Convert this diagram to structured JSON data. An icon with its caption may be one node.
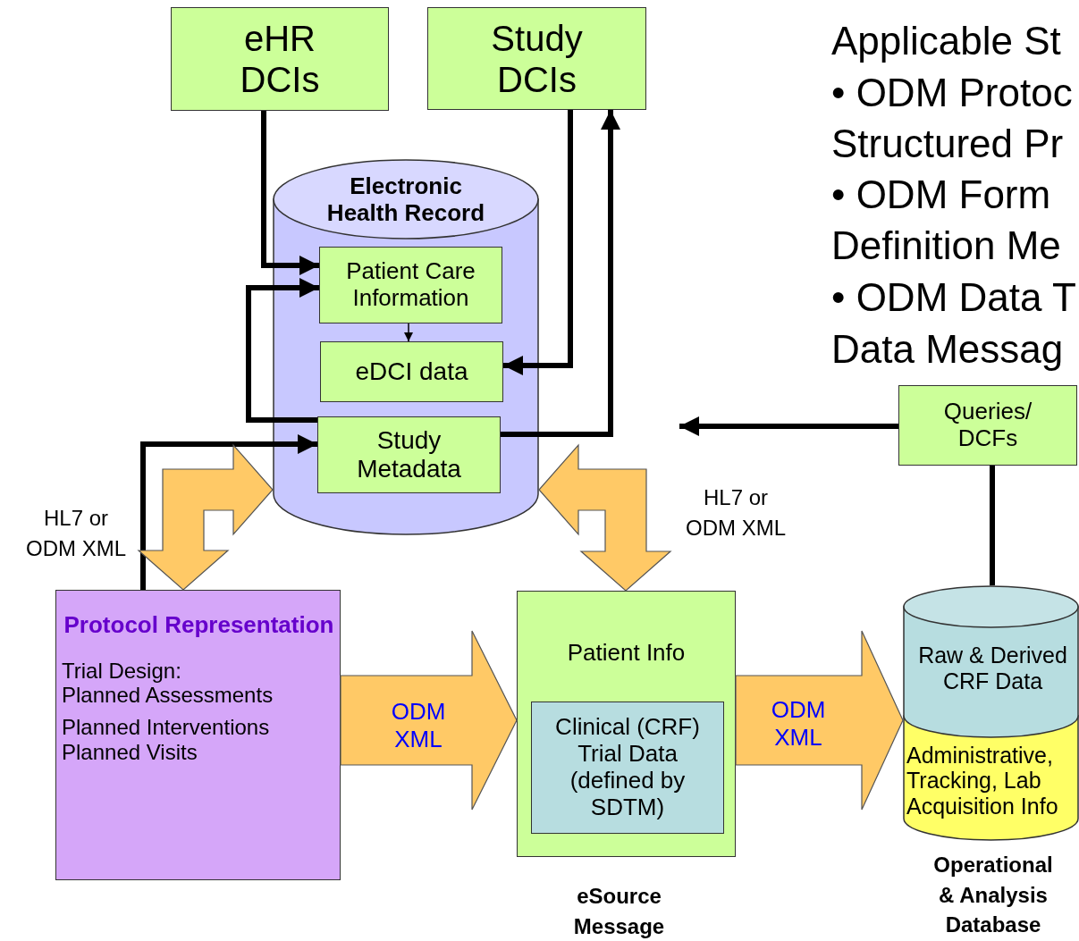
{
  "diagram": {
    "nodes": [
      {
        "text": [
          "eHR DCIs"
        ]
      },
      {
        "text": [
          "Study DCIs"
        ]
      },
      {
        "text": [
          "Electronic Health Record"
        ]
      },
      {
        "text": [
          "Patient Care Information"
        ],
        "in": 2
      },
      {
        "text": [
          "eDCI data"
        ],
        "in": 2
      },
      {
        "text": [
          "Study Metadata"
        ],
        "in": 2
      },
      {
        "text": [
          "Queries/ DCFs"
        ]
      },
      {
        "text": [
          "Protocol Representation",
          "Trial Design:",
          "Planned Assessments",
          "Planned Interventions",
          "Planned Visits"
        ]
      },
      {
        "text": [
          "Patient Info"
        ],
        "beside": [
          "eSource Message"
        ]
      },
      {
        "text": [
          "Clinical (CRF) Trial Data (defined by SDTM)"
        ],
        "in": 8
      },
      {
        "text": [
          "Raw & Derived CRF Data",
          "Administrative, Tracking, Lab Acquisition Info"
        ],
        "beside": [
          "Operational & Analysis Database"
        ]
      }
    ],
    "edges": [
      {
        "from": 0,
        "to": 3,
        "arrow": "to"
      },
      {
        "from": 1,
        "to": 4,
        "arrow": "to"
      },
      {
        "from": 5,
        "to": 1,
        "arrow": "to"
      },
      {
        "from": 5,
        "to": 3,
        "arrow": "to"
      },
      {
        "from": 7,
        "to": 5,
        "arrow": "to"
      },
      {
        "from": 3,
        "to": 4,
        "arrow": "to"
      },
      {
        "from": 6,
        "to": null,
        "arrow": "to"
      },
      {
        "from": 6,
        "to": 10,
        "arrow": "none"
      },
      {
        "from": 2,
        "to": 7,
        "arrow": "both",
        "style": "thick",
        "color": "#ffc966"
      },
      {
        "from": 2,
        "to": 8,
        "arrow": "both",
        "style": "thick",
        "color": "#ffc966"
      },
      {
        "from": 7,
        "to": 8,
        "arrow": "to",
        "label": "ODM XML",
        "style": "thick",
        "color": "#ffc966"
      },
      {
        "from": 8,
        "to": 10,
        "arrow": "to",
        "label": "ODM XML",
        "style": "thick",
        "color": "#ffc966"
      }
    ],
    "labels": [
      "Applicable St",
      "• ODM Protoc",
      "Structured Pr",
      "• ODM Form",
      "Definition Me",
      "• ODM Data T",
      "Data Messag",
      "HL7 or ODM XML",
      "HL7 or ODM XML"
    ]
  }
}
